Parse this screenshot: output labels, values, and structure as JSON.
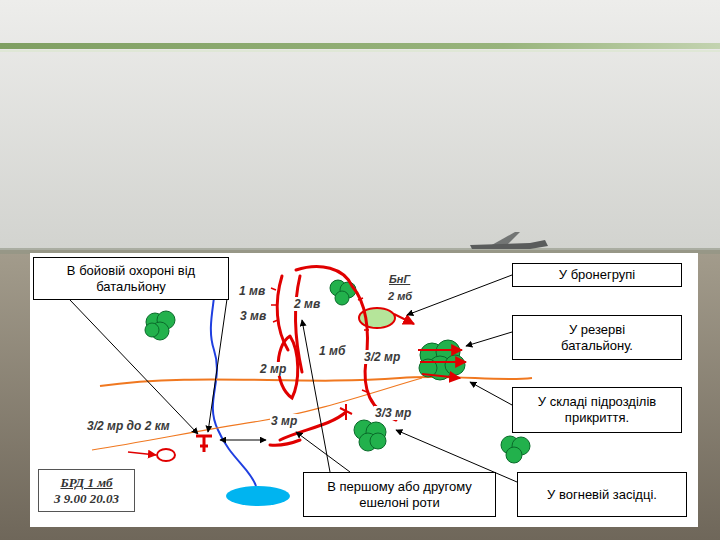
{
  "diagram": {
    "nodes": [
      {
        "text": [
          "В бойовій охороні від батальйону"
        ]
      },
      {
        "text": [
          "У бронегрупі"
        ]
      },
      {
        "text": [
          "У резерві батальйону."
        ]
      },
      {
        "text": [
          "У складі підрозділів прикриття."
        ]
      },
      {
        "text": [
          "БРД 1 мб",
          "З 9.00 20.03"
        ]
      },
      {
        "text": [
          "В першому або другому ешелоні роти"
        ]
      },
      {
        "text": [
          "У вогневій засідці."
        ]
      }
    ],
    "labels": [
      "1 мв",
      "2 мв",
      "3 мв",
      "БнГ",
      "2 мб",
      "2 мр",
      "1 мб",
      "3/2 мр",
      "3 мр",
      "3/3 мр",
      "3/2 мр до 2 км"
    ]
  }
}
